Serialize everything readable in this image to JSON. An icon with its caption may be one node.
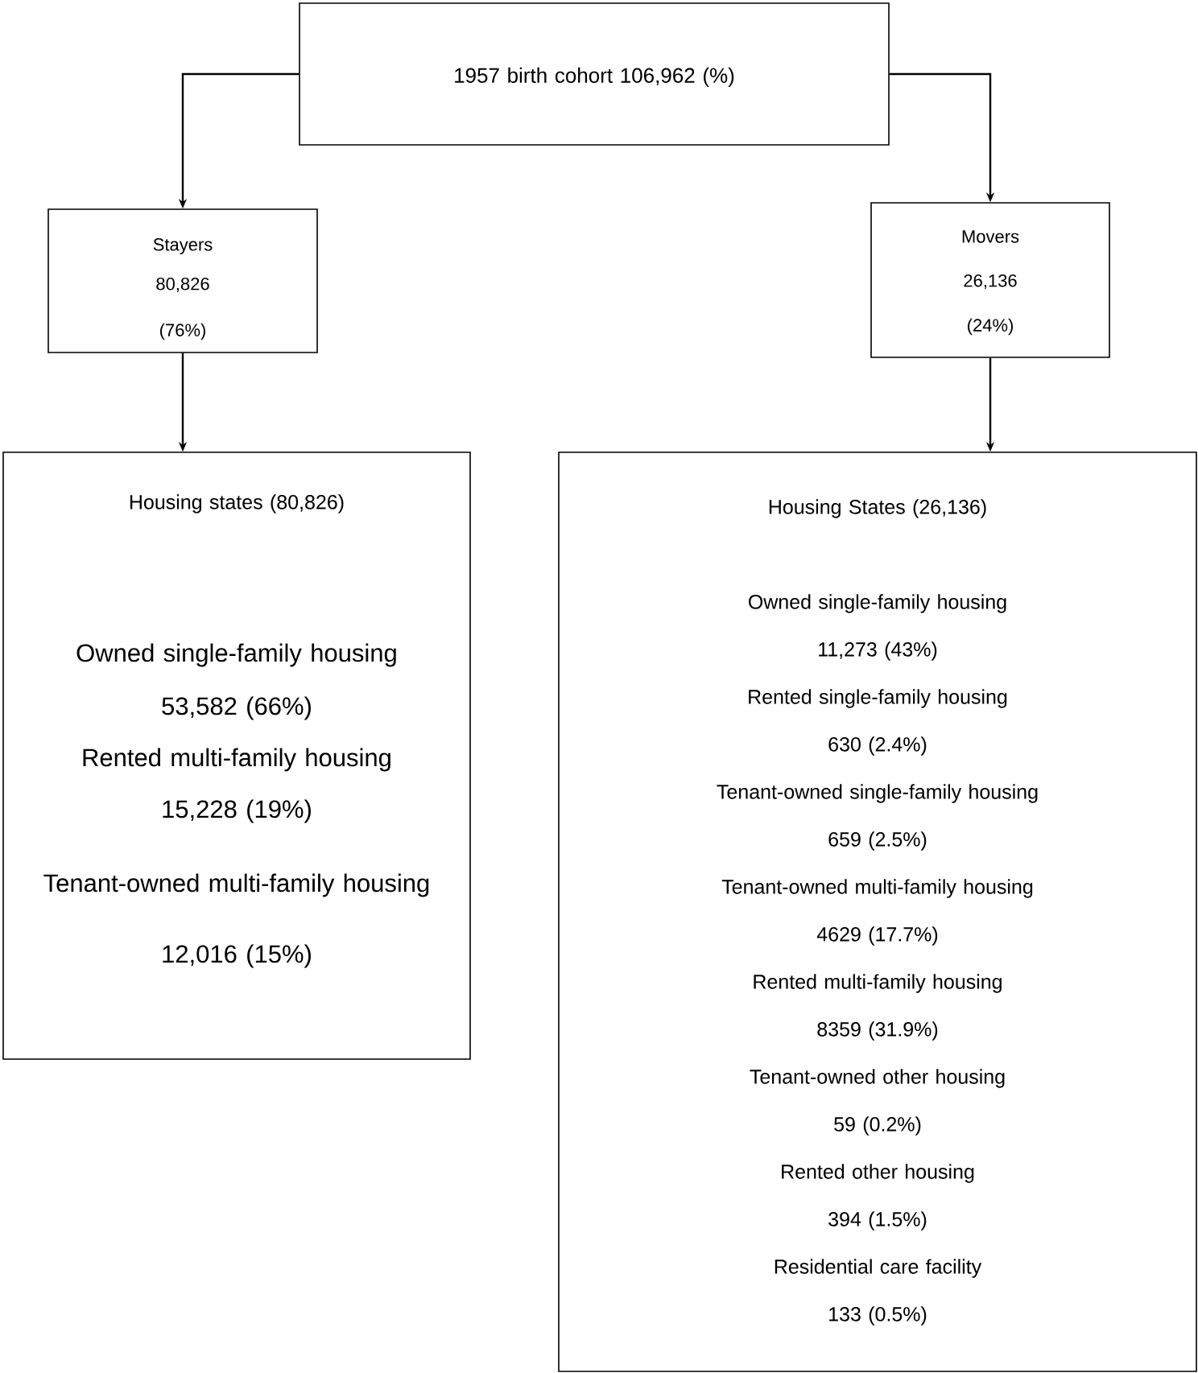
{
  "diagram": {
    "nodes": [
      {
        "text": [
          "1957 birth cohort 106,962 (%)"
        ]
      },
      {
        "text": [
          "Stayers",
          "80,826",
          "(76%)"
        ]
      },
      {
        "text": [
          "Movers",
          "26,136",
          "(24%)"
        ]
      },
      {
        "text": [
          "Housing states (80,826)",
          "Owned single-family housing",
          "53,582 (66%)",
          "Rented multi-family housing",
          "15,228 (19%)",
          "Tenant-owned multi-family housing",
          "12,016 (15%)"
        ]
      },
      {
        "text": [
          "Housing States (26,136)",
          "Owned single-family housing",
          "11,273 (43%)",
          "Rented single-family housing",
          "630 (2.4%)",
          "Tenant-owned single-family housing",
          "659 (2.5%)",
          "Tenant-owned multi-family housing",
          "4629 (17.7%)",
          "Rented multi-family housing",
          "8359 (31.9%)",
          "Tenant-owned other housing",
          "59 (0.2%)",
          "Rented other housing",
          "394 (1.5%)",
          "Residential care facility",
          "133 (0.5%)"
        ]
      }
    ],
    "edges": [
      {
        "from": 0,
        "to": 1,
        "arrow": "to"
      },
      {
        "from": 0,
        "to": 2,
        "arrow": "to"
      },
      {
        "from": 1,
        "to": 3,
        "arrow": "to"
      },
      {
        "from": 2,
        "to": 4,
        "arrow": "to"
      }
    ]
  }
}
